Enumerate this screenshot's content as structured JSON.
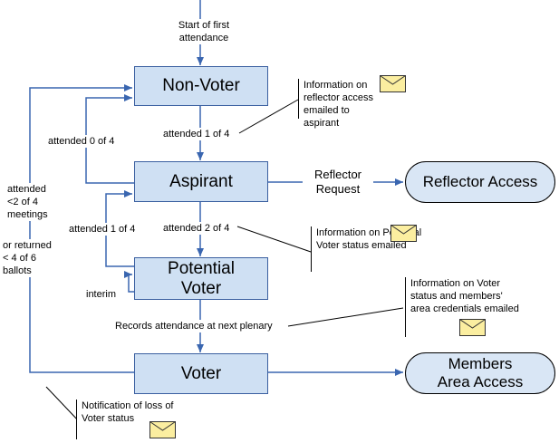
{
  "diagram": {
    "start_label": "Start of first attendance",
    "states": {
      "non_voter": "Non-Voter",
      "aspirant": "Aspirant",
      "potential_voter": "Potential Voter",
      "voter": "Voter"
    },
    "terminals": {
      "reflector_access": "Reflector Access",
      "members_area_access": "Members Area Access"
    },
    "transitions": {
      "attended_1_of_4_top": "attended 1 of 4",
      "attended_0_of_4": "attended 0 of 4",
      "attended_2_of_4": "attended 2 of 4",
      "attended_1_of_4_mid": "attended 1 of 4",
      "interim": "interim",
      "records_attendance": "Records attendance at next plenary",
      "reflector_request": "Reflector Request",
      "demotion_line1": "attended <2 of 4 meetings",
      "demotion_line2": "or returned < 4 of 6 ballots"
    },
    "notes": {
      "reflector_info": "Information on reflector access emailed to aspirant",
      "potential_info": "Information on Potential Voter status emailed",
      "voter_info": "Information on Voter status and members' area credentials emailed",
      "loss_notice": "Notification of loss of Voter status"
    },
    "colors": {
      "state_fill": "#cfe0f3",
      "terminal_fill": "#d9e6f5",
      "arrow": "#3a66b0",
      "envelope": "#fbeea0"
    },
    "icons": [
      "envelope-icon"
    ]
  }
}
